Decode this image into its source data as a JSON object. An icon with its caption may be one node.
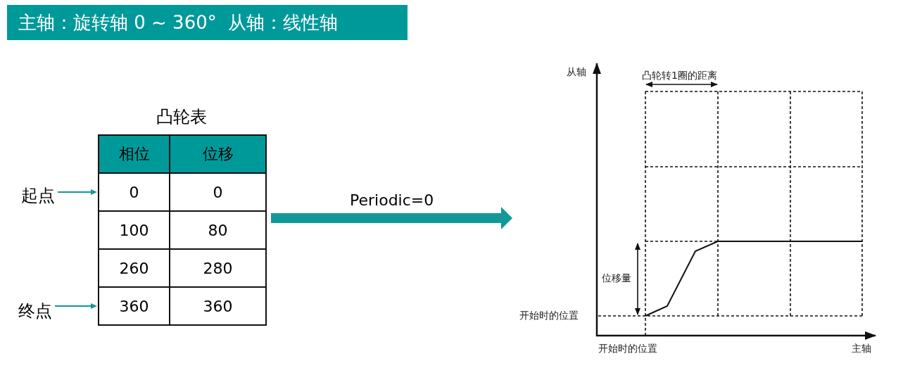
{
  "diagram": {
    "title": "主轴：旋转轴 0 ~ 360°  从轴：线性轴",
    "nodes": [
      {
        "text": [
          "凸轮表"
        ]
      },
      {
        "text": [],
        "shape": "box",
        "in": 0
      },
      {
        "text": [],
        "shape": "box",
        "in": 0
      },
      {
        "text": [
          "起点"
        ]
      },
      {
        "text": [
          "终点"
        ]
      },
      {
        "text": [],
        "shape": "picture"
      }
    ],
    "edges": [
      {
        "from": 3,
        "to": 1,
        "arrow": "to"
      },
      {
        "from": 4,
        "to": 2,
        "arrow": "to"
      },
      {
        "from": 0,
        "to": 5,
        "arrow": "to",
        "label": "Periodic=0",
        "style": "thick"
      }
    ],
    "labels": [
      "相位",
      "位移",
      "0",
      "0",
      "100",
      "80",
      "260",
      "280",
      "360",
      "360",
      "从轴",
      "凸轮转1圈的距离",
      "位移量",
      "开始时的位置",
      "开始时的位置",
      "主轴"
    ]
  }
}
